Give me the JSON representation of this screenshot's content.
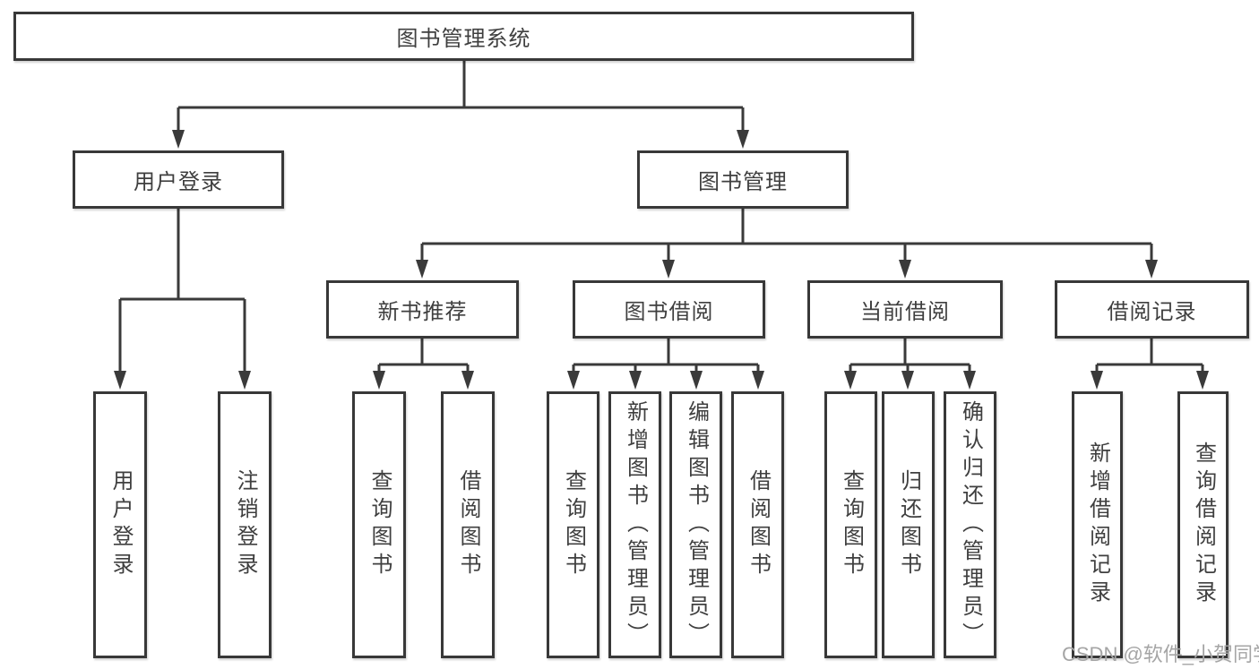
{
  "nodes": {
    "root": "图书管理系统",
    "user_login": "用户登录",
    "book_management": "图书管理",
    "new_book_recommend": "新书推荐",
    "book_borrowing": "图书借阅",
    "current_borrowing": "当前借阅",
    "borrowing_records": "借阅记录",
    "leaves": {
      "user_login": "用户登录",
      "logout": "注销登录",
      "nb_query_books": "查询图书",
      "nb_borrow_books": "借阅图书",
      "bb_query_books": "查询图书",
      "bb_add_books": "新增图书（管理员）",
      "bb_edit_books": "编辑图书（管理员）",
      "bb_borrow_books": "借阅图书",
      "cb_query_books": "查询图书",
      "cb_return_books": "归还图书",
      "cb_confirm_return": "确认归还（管理员）",
      "br_add_record": "新增借阅记录",
      "br_query_record": "查询借阅记录"
    }
  },
  "watermark": "CSDN @软件_小贺同学",
  "colors": {
    "line": "#3a3a3a",
    "box_border": "#383838",
    "text": "#3f3f3f",
    "background": "#ffffff",
    "watermark": "#a5a5a5"
  }
}
